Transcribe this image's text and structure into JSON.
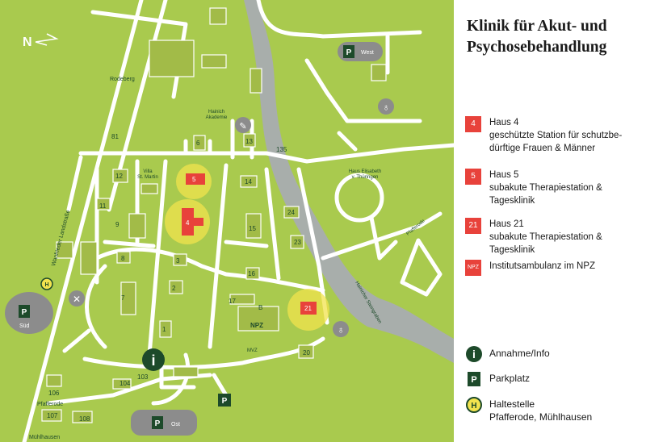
{
  "map": {
    "compass": "N",
    "streets": {
      "landstr": "Wanfrieder Landstraße",
      "hainich": "Hainicher Steingraben",
      "pfafferode_road": "Pfafferode",
      "pfafferode_label": "Pfafferode",
      "muehlhausen": "Mühlhausen",
      "rodeberg": "Rodeberg"
    },
    "buildings": {
      "b81": "81",
      "b6": "6",
      "b13": "13",
      "b135": "135",
      "b12": "12",
      "b5": "5",
      "b14": "14",
      "b11": "11",
      "b4": "4",
      "b9": "9",
      "b24": "24",
      "b15": "15",
      "b23": "23",
      "b8": "8",
      "b3": "3",
      "b16": "16",
      "b7": "7",
      "b2": "2",
      "b17": "17",
      "bB": "B",
      "b21": "21",
      "b1": "1",
      "b20": "20",
      "b103": "103",
      "b104": "104",
      "b106": "106",
      "b107": "107",
      "b108": "108",
      "npz": "NPZ",
      "mvz": "MVZ"
    },
    "places": {
      "villa": "Villa\nSt. Martin",
      "akademie": "Hainich\nAkademie",
      "elisabeth": "Haus Elisabeth\nv. Thüringen"
    },
    "parking": {
      "west": "West",
      "sued": "Süd",
      "ost": "Ost",
      "symbol": "P"
    },
    "info_symbol": "i",
    "bus_symbol": "H",
    "colors": {
      "grass": "#a9ca4e",
      "road": "#ffffff",
      "building": "#a2bb48",
      "stream": "#a8aeab",
      "clinic": "#e8423b",
      "halo": "#f2e34e",
      "dark_green": "#1d4a2a",
      "parking_gray": "#8c8c8c"
    }
  },
  "panel": {
    "title_line1": "Klinik für Akut- und",
    "title_line2": "Psychosebehandlung",
    "legend": [
      {
        "badge": "4",
        "text": "Haus 4\ngeschützte Station für schutzbe-\ndürftige Frauen & Männer"
      },
      {
        "badge": "5",
        "text": "Haus 5\nsubakute Therapiestation &\nTagesklinik"
      },
      {
        "badge": "21",
        "text": "Haus 21\nsubakute Therapiestation &\nTagesklinik"
      },
      {
        "badge": "NPZ",
        "text": "Institutsambulanz im NPZ"
      }
    ],
    "icons": [
      {
        "icon": "info-icon",
        "symbol": "i",
        "text": "Annahme/Info"
      },
      {
        "icon": "parking-icon",
        "symbol": "P",
        "text": "Parkplatz"
      },
      {
        "icon": "bus-stop-icon",
        "symbol": "H",
        "text": "Haltestelle\nPfafferode, Mühlhausen"
      }
    ]
  }
}
